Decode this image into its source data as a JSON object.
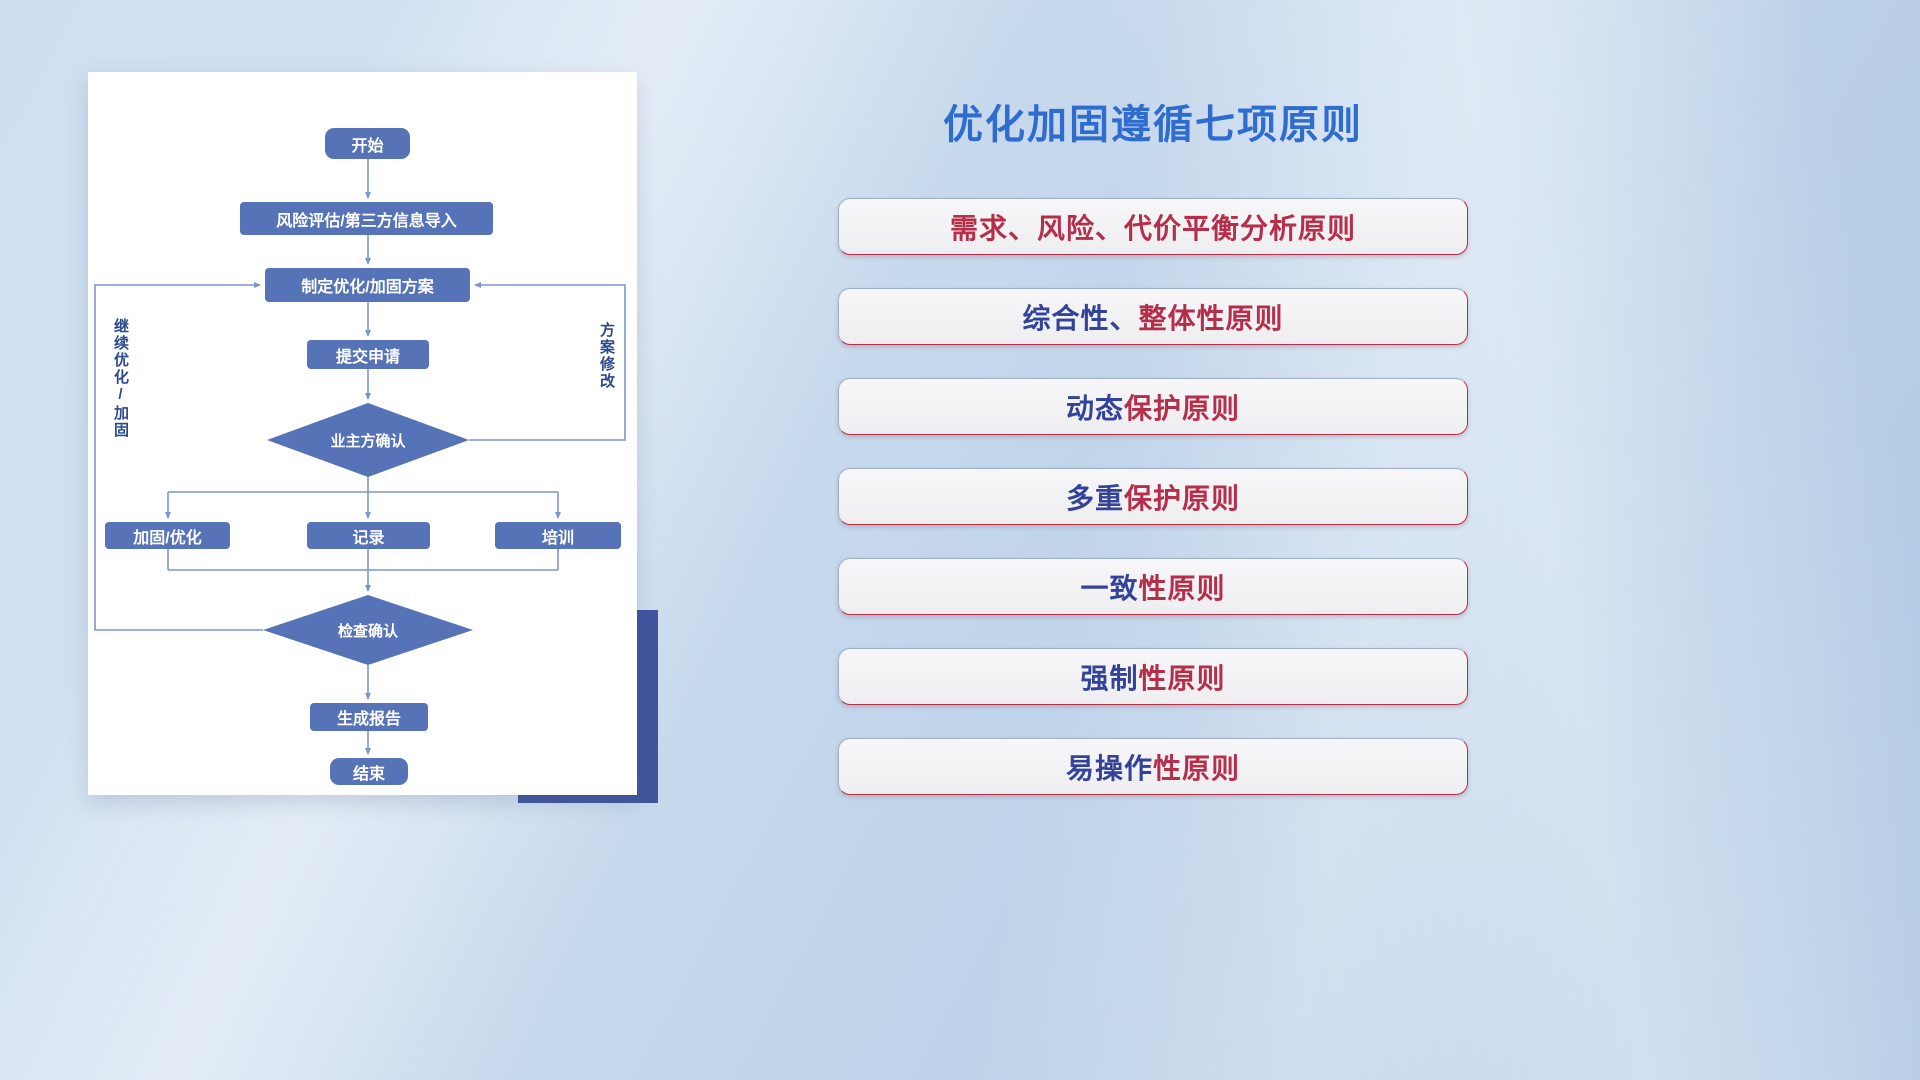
{
  "flowchart": {
    "nodes": {
      "start": "开始",
      "risk_import": "风险评估/第三方信息导入",
      "make_plan": "制定优化/加固方案",
      "submit": "提交申请",
      "owner_confirm": "业主方确认",
      "reinforce": "加固/优化",
      "record": "记录",
      "training": "培训",
      "check_confirm": "检查确认",
      "report": "生成报告",
      "end": "结束"
    },
    "edge_labels": {
      "continue_optimize": "继续优化/加固",
      "plan_revise": "方案修改"
    }
  },
  "panel": {
    "title": "优化加固遵循七项原则",
    "principles": [
      {
        "segments": [
          {
            "text": "需求、风险、代价平衡分析原则",
            "color": "red"
          }
        ]
      },
      {
        "segments": [
          {
            "text": "综合性、",
            "color": "blue"
          },
          {
            "text": "整体性原则",
            "color": "red"
          }
        ]
      },
      {
        "segments": [
          {
            "text": "动态",
            "color": "blue"
          },
          {
            "text": "保护原则",
            "color": "red"
          }
        ]
      },
      {
        "segments": [
          {
            "text": "多重",
            "color": "blue"
          },
          {
            "text": "保护原则",
            "color": "red"
          }
        ]
      },
      {
        "segments": [
          {
            "text": "一致",
            "color": "blue"
          },
          {
            "text": "性原则",
            "color": "red"
          }
        ]
      },
      {
        "segments": [
          {
            "text": "强制",
            "color": "blue"
          },
          {
            "text": "性原则",
            "color": "red"
          }
        ]
      },
      {
        "segments": [
          {
            "text": "易操作",
            "color": "blue"
          },
          {
            "text": "性原则",
            "color": "red"
          }
        ]
      }
    ]
  },
  "colors": {
    "title_blue": "#2f6cd0",
    "principle_red": "#b52e4a",
    "principle_blue": "#33439a",
    "node_fill": "#5573b6",
    "connector": "#7b96cf",
    "edge_label": "#2c4a8e",
    "accent_navy": "#42549c"
  }
}
